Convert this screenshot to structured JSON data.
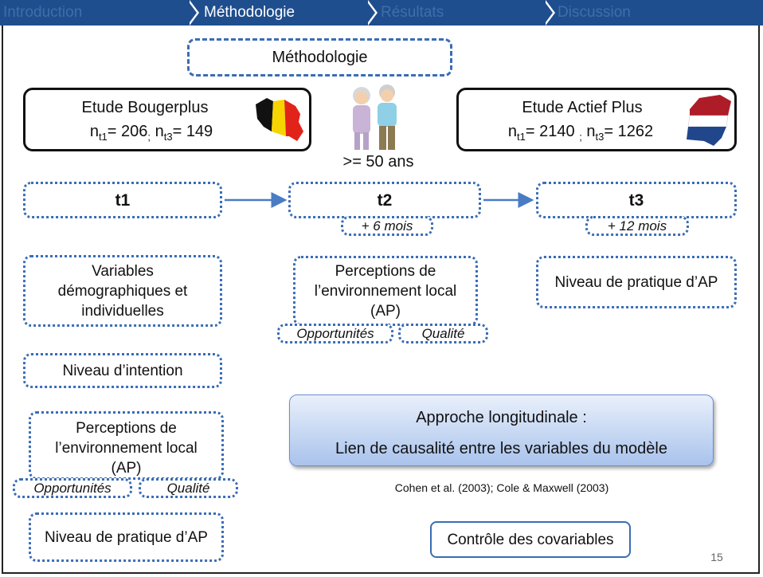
{
  "nav": {
    "items": [
      "Introduction",
      "Méthodologie",
      "Résultats",
      "Discussion"
    ],
    "active_index": 1,
    "bar_color": "#1f4e8e"
  },
  "title_box": "Méthodologie",
  "study_left": {
    "name": "Etude Bougerplus",
    "n_t1": "206",
    "n_t3": "149"
  },
  "study_right": {
    "name": "Etude Actief Plus",
    "n_t1": "2140",
    "n_t3": "1262"
  },
  "age_label": ">= 50 ans",
  "timepoints": [
    {
      "label": "t1",
      "sub": ""
    },
    {
      "label": "t2",
      "sub": "+ 6 mois"
    },
    {
      "label": "t3",
      "sub": "+ 12 mois"
    }
  ],
  "t1_boxes": {
    "demo": [
      "Variables",
      "démographiques et",
      "individuelles"
    ],
    "intention": "Niveau d’intention",
    "perceptions": [
      "Perceptions de",
      "l’environnement local",
      "(AP)"
    ],
    "opportunites": "Opportunités",
    "qualite": "Qualité",
    "pratique": "Niveau de pratique d’AP"
  },
  "t2_boxes": {
    "perceptions": [
      "Perceptions de",
      "l’environnement local",
      "(AP)"
    ],
    "opportunites": "Opportunités",
    "qualite": "Qualité"
  },
  "t3_boxes": {
    "pratique": "Niveau de pratique d’AP"
  },
  "approach": {
    "line1": "Approche longitudinale :",
    "line2": "Lien de causalité entre les variables du modèle",
    "reference": "Cohen et al. (2003); Cole & Maxwell (2003)"
  },
  "covariables": "Contrôle des covariables",
  "page_number": "15",
  "colors": {
    "accent": "#3a6db5",
    "belgium": [
      "#111111",
      "#f6d400",
      "#e2231a"
    ],
    "netherlands": [
      "#ae1c28",
      "#ffffff",
      "#21468b"
    ]
  }
}
